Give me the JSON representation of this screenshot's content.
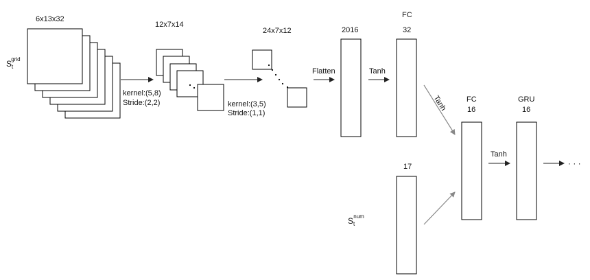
{
  "diagram": {
    "input_grid": {
      "dims": "6x13x32",
      "symbol": "S",
      "symbol_sub": "t",
      "symbol_sup": "grid"
    },
    "conv1": {
      "kernel": "kernel:(5,8)",
      "stride": "Stride:(2,2)",
      "output_dims": "12x7x14"
    },
    "conv2": {
      "kernel": "kernel:(3,5)",
      "stride": "Stride:(1,1)",
      "output_dims": "24x7x12"
    },
    "flatten": {
      "label": "Flatten",
      "size": "2016"
    },
    "fc1": {
      "title": "FC",
      "size": "32",
      "activation": "Tanh"
    },
    "numeric_input": {
      "symbol": "S",
      "symbol_sub": "t",
      "symbol_sup": "num",
      "size": "17"
    },
    "fc2": {
      "title": "FC",
      "size": "16",
      "activation_in": "Tanh"
    },
    "gru": {
      "title": "GRU",
      "size": "16",
      "activation_in": "Tanh"
    },
    "continuation": "· · ·",
    "colors": {
      "stroke": "#000000",
      "arrow": "#222222",
      "diag_arrow": "#888888",
      "fill": "#ffffff"
    }
  }
}
